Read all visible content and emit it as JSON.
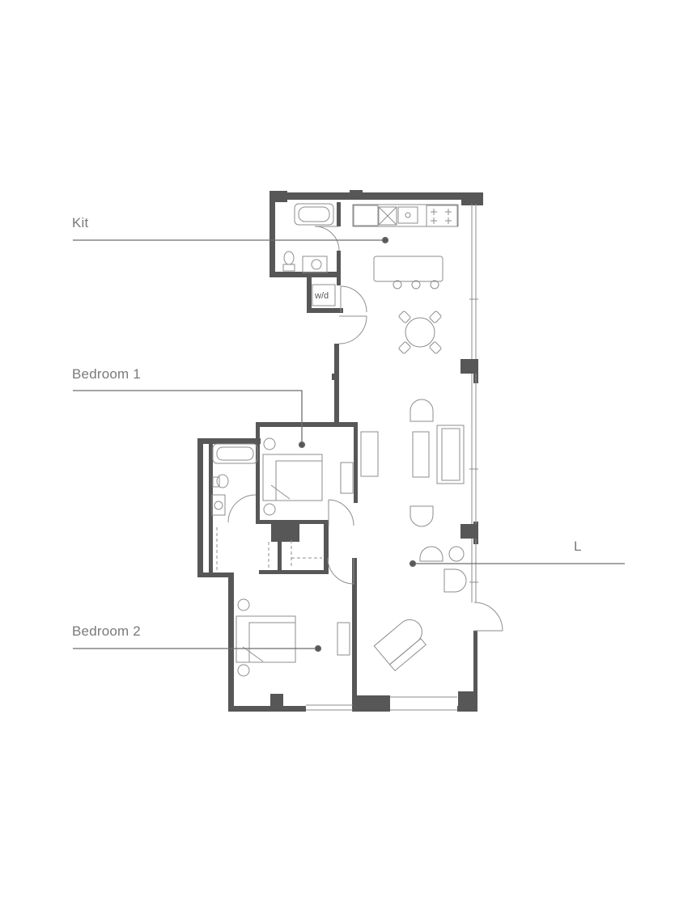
{
  "colors": {
    "wall": "#575757",
    "fixture": "#8e8e8e",
    "leader": "#6e6e6e",
    "label": "#7a7a7a",
    "background": "#ffffff"
  },
  "rooms": [
    {
      "id": "kitchen",
      "label": "Kit"
    },
    {
      "id": "bedroom1",
      "label": "Bedroom 1"
    },
    {
      "id": "living",
      "label": "L"
    },
    {
      "id": "bedroom2",
      "label": "Bedroom 2"
    }
  ],
  "fixtures": {
    "washer_dryer_label": "w/d"
  }
}
